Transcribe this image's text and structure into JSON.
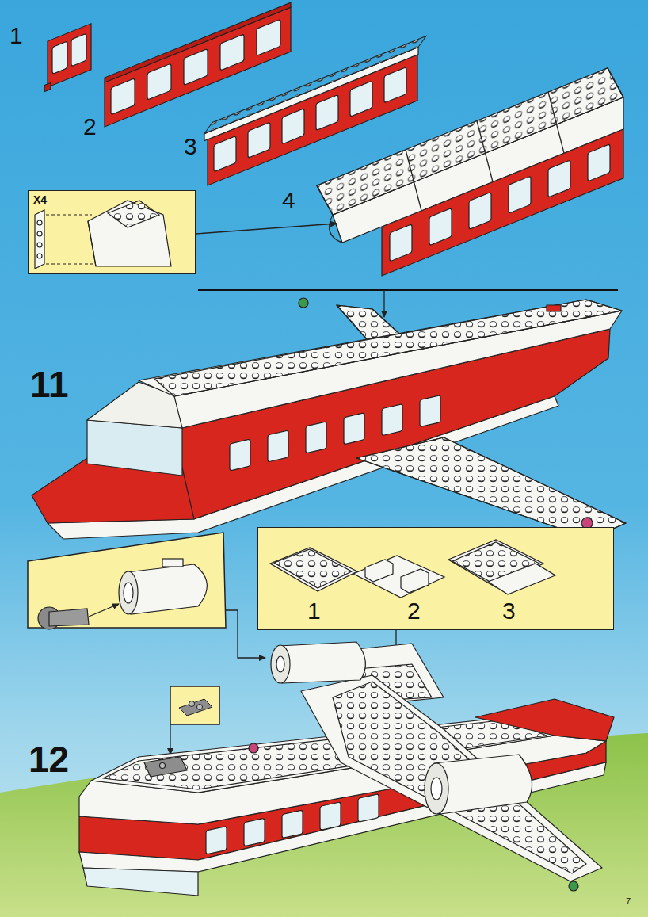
{
  "diagram": {
    "nodes": [
      {
        "text": [
          "X4"
        ]
      },
      {
        "text": [
          "1",
          "2",
          "3"
        ]
      }
    ],
    "labels": [
      "1",
      "2",
      "3",
      "4",
      "11",
      "12",
      "7"
    ]
  }
}
